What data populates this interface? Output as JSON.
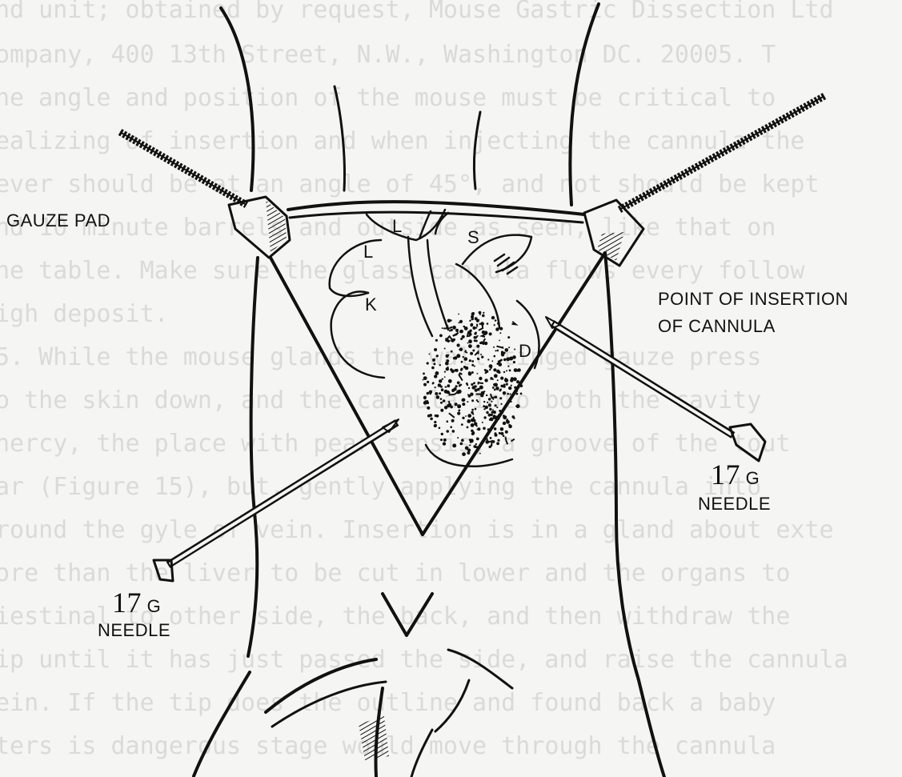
{
  "labels": {
    "gauze_pad": "GAUZE PAD",
    "point_of_insertion_line1": "POINT OF INSERTION",
    "point_of_insertion_line2": "OF CANNULA",
    "needle_left_number": "17",
    "needle_left_g": "G",
    "needle_left_word": "NEEDLE",
    "needle_right_number": "17",
    "needle_right_g": "G",
    "needle_right_word": "NEEDLE"
  },
  "organs": {
    "liver_1": "L",
    "liver_2": "L",
    "kidney": "K",
    "stomach": "S",
    "duodenum": "D"
  },
  "background_text_lines": [
    "nd unit; obtained by request, Mouse Gastric Dissection Ltd",
    "ompany, 400 13th Street, N.W., Washington DC. 20005. T",
    "he angle and position of the mouse must be critical to",
    "ealizing of insertion and when injecting the cannula the",
    "ever should be at an angle of 45°, and not should be kept",
    "nd 10 minute barrels and outside as seen, like that on",
    "he table. Make sure the glass cannula flows every follow",
    "igh deposit.",
    "   5. While the mouse glands the wall tinged gauze press",
    "o the skin down, and the cannula into both the cavity",
    "nercy, the place with pear sepsis, a groove of the tout",
    "ar (Figure 15), but, gently applying the cannula into",
    "round the gyle of vein. Insertion is in a gland about exte",
    "ore than the liver to be cut in lower and the organs to",
    "iestinal to other side, the back, and then withdraw the",
    "ip until it has just passed the side, and raise the cannula",
    "ein. If the tip does the outline and found back a baby",
    "ters is dangerous stage would move through the cannula"
  ]
}
